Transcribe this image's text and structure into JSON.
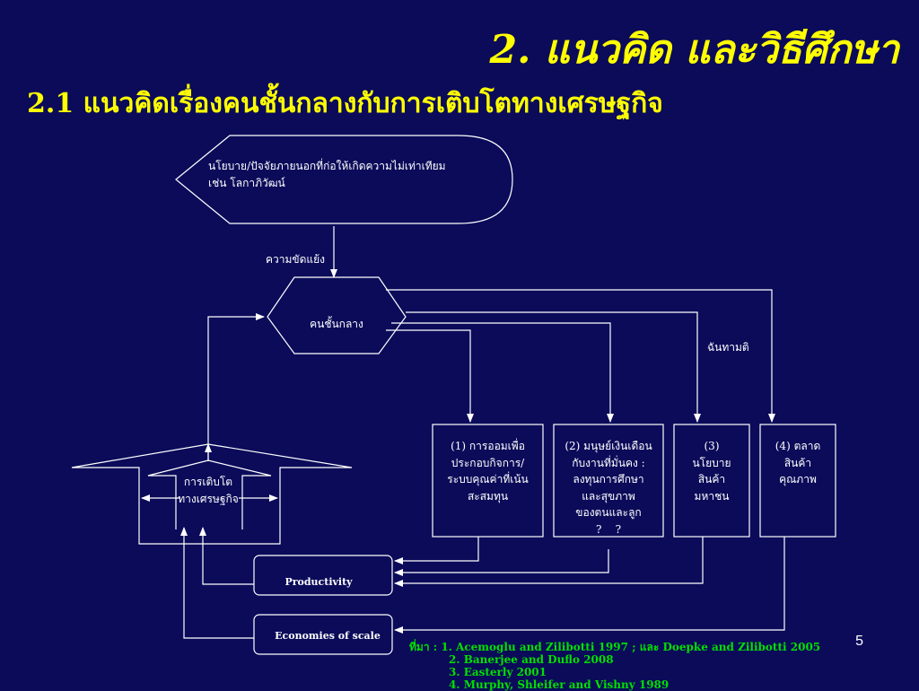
{
  "title": "2. แนวคิด และวิธีศึกษา",
  "subtitle": "2.1 แนวคิดเรื่องคนชั้นกลางกับการเติบโตทางเศรษฐกิจ",
  "policy_box": {
    "line1": "นโยบาย/ปัจจัยภายนอกที่ก่อให้เกิดความไม่เท่าเทียม",
    "line2": "เช่น โลกาภิวัฒน์"
  },
  "conflict_label": "ความขัดแย้ง",
  "middle_class_label": "คนชั้นกลาง",
  "consensus_label": "ฉันทามติ",
  "channels": [
    {
      "lines": [
        "(1) การออมเพื่อ",
        "ประกอบกิจการ/",
        "ระบบคุณค่าที่เน้น",
        "สะสมทุน"
      ]
    },
    {
      "lines": [
        "(2) มนุษย์เงินเดือน",
        "กับงานที่มั่นคง :",
        "ลงทุนการศึกษา",
        "และสุขภาพ",
        "ของตนและลูก",
        "?    ?"
      ]
    },
    {
      "lines": [
        "(3)",
        "นโยบาย",
        "สินค้า",
        "มหาชน"
      ]
    },
    {
      "lines": [
        "(4) ตลาด",
        "สินค้า",
        "คุณภาพ"
      ]
    }
  ],
  "growth_label": {
    "line1": "การเติบโต",
    "line2": "ทางเศรษฐกิจ"
  },
  "productivity_label": "Productivity",
  "economies_label": "Economies of scale",
  "source": {
    "line1": "ที่มา : 1. Acemoglu and Zilibotti 1997 ; และ Doepke and Zilibotti 2005",
    "line2": "2. Banerjee and Duflo 2008",
    "line3": "3. Easterly 2001",
    "line4": "4. Murphy, Shleifer and Vishny 1989"
  },
  "slide_number": "5",
  "colors": {
    "background": "#0b0b5a",
    "title": "#ffff00",
    "source": "#00e000",
    "lines": "#ffffff"
  }
}
